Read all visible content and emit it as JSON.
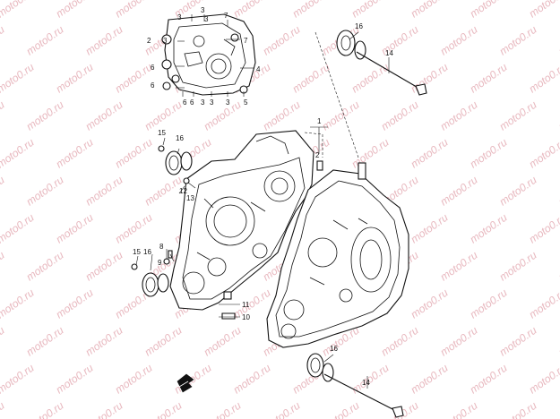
{
  "watermark": "moto0.ru",
  "callouts": [
    "1",
    "2",
    "2",
    "3",
    "3",
    "3",
    "3",
    "3",
    "3",
    "3",
    "4",
    "5",
    "6",
    "6",
    "6",
    "6",
    "7",
    "7",
    "8",
    "9",
    "10",
    "11",
    "12",
    "13",
    "14",
    "14",
    "15",
    "15",
    "16",
    "16",
    "16"
  ],
  "fwd_icon": "forward-arrow-icon",
  "colors": {
    "line": "#111111",
    "watermark": "#e8b8bf",
    "background": "#ffffff"
  }
}
